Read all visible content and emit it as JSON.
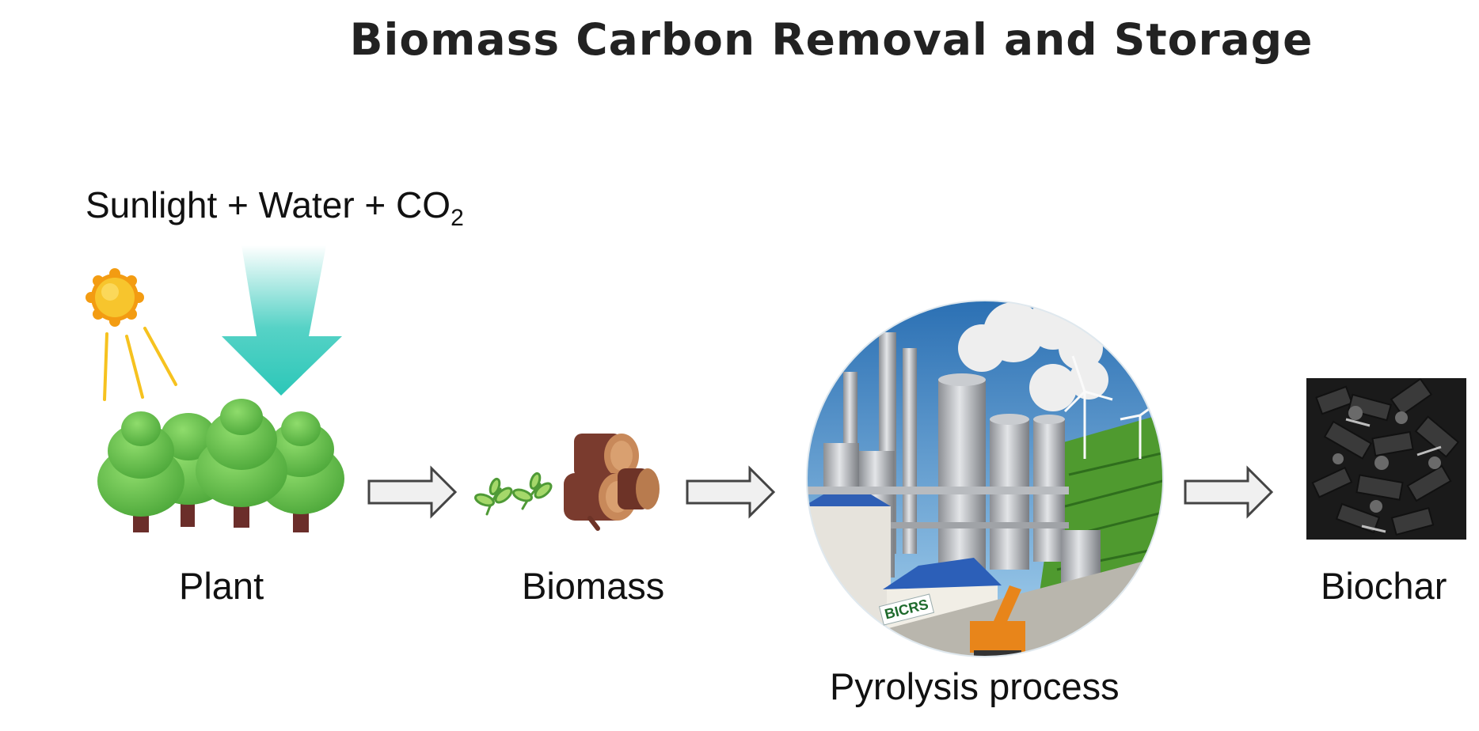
{
  "title": "Biomass Carbon Removal and Storage",
  "inputs": {
    "text": "Sunlight + Water + CO",
    "subscript": "2"
  },
  "stages": {
    "plant": "Plant",
    "biomass": "Biomass",
    "pyrolysis": "Pyrolysis process",
    "biochar": "Biochar"
  },
  "facility_sign": "BICRS",
  "colors": {
    "tree_green": "#66c24a",
    "tree_trunk": "#6b2e2a",
    "sun": "#f6b81f",
    "inflow_arrow": "#2cc7b8",
    "flow_arrow_fill": "#f0f0f0",
    "flow_arrow_stroke": "#444444",
    "wood": "#7a3b2e",
    "char": "#1e1e1e"
  },
  "icons": [
    "sun-icon",
    "tree-icon",
    "leaf-icon",
    "log-icon",
    "arrow-right-icon",
    "factory-icon",
    "biochar-icon"
  ]
}
